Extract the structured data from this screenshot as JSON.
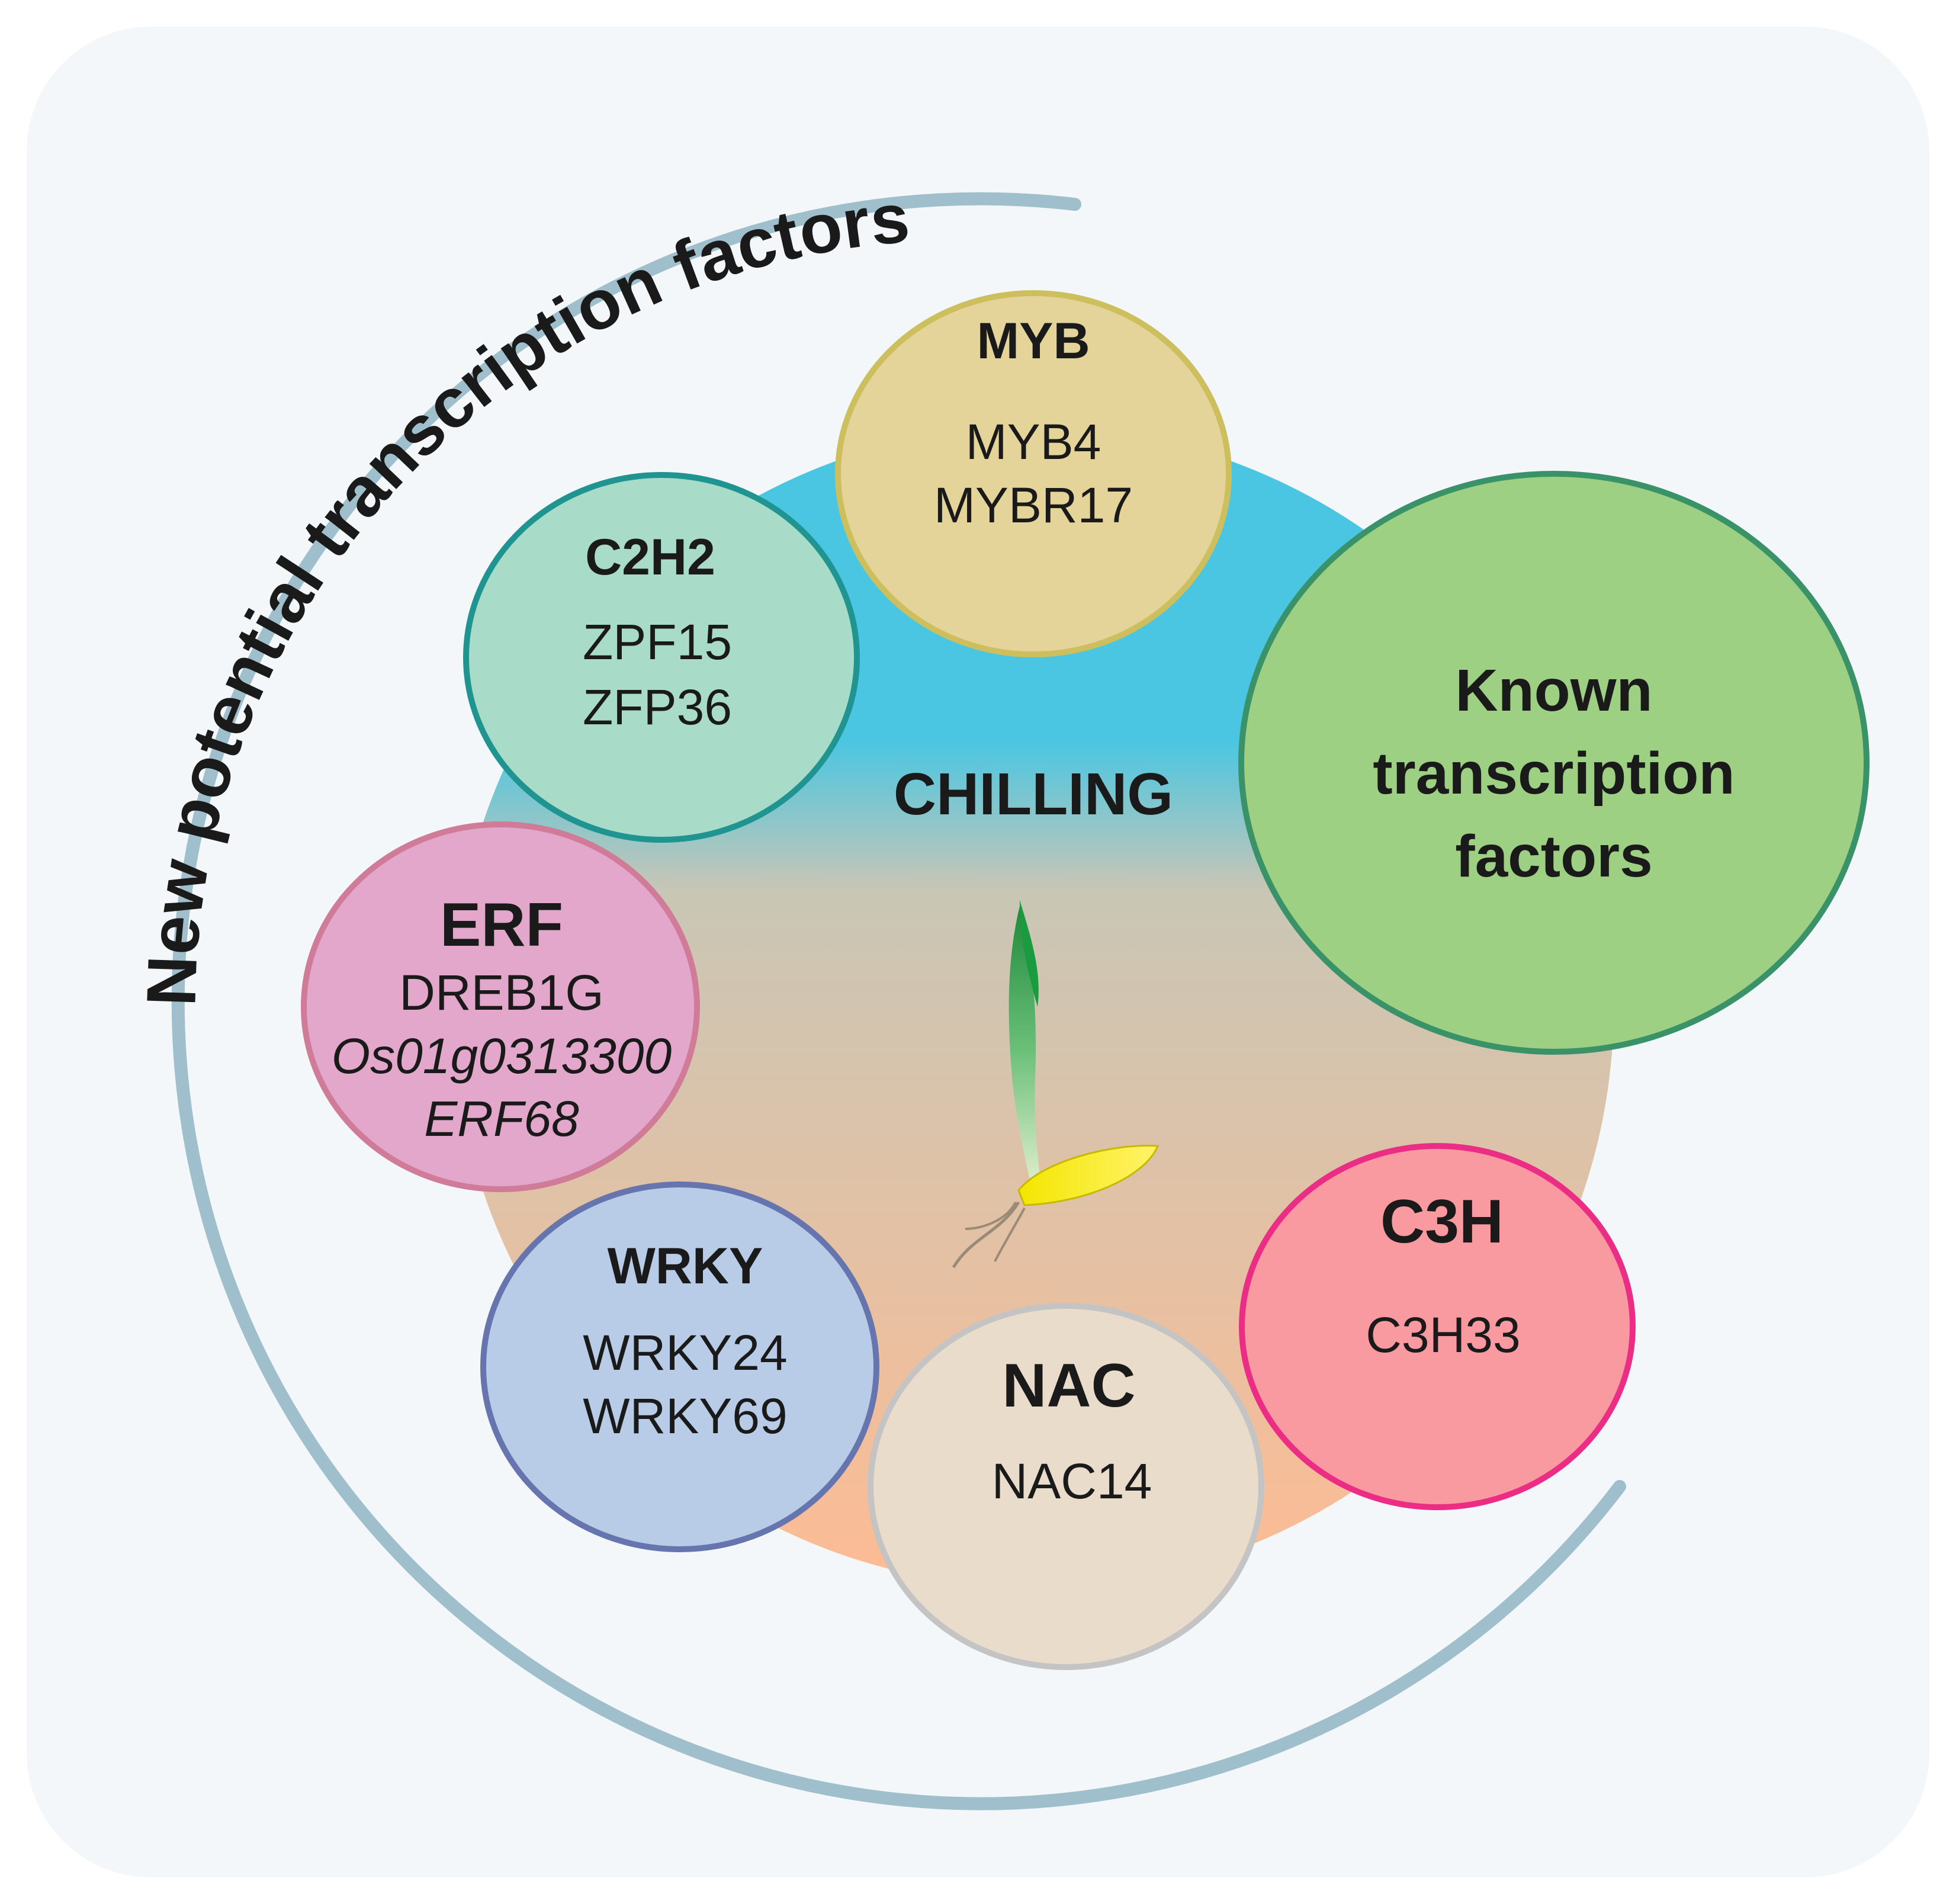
{
  "arc_label": "New potential transcription factors",
  "center_label": "CHILLING",
  "known": {
    "lines": [
      "Known",
      "transcription",
      "factors"
    ],
    "fill": "#9ed083",
    "stroke": "#3a9368"
  },
  "families": [
    {
      "key": "myb",
      "title": "MYB",
      "genes": [
        "MYB4",
        "MYBR17"
      ],
      "italic": [
        false,
        false
      ],
      "fill": "#e5d49a",
      "stroke": "#cdbf5d"
    },
    {
      "key": "c2h2",
      "title": "C2H2",
      "genes": [
        "ZPF15",
        "ZFP36"
      ],
      "italic": [
        false,
        false
      ],
      "fill": "#a8dcc9",
      "stroke": "#1f9490"
    },
    {
      "key": "erf",
      "title": "ERF",
      "genes": [
        "DREB1G",
        "Os01g0313300",
        "ERF68"
      ],
      "italic": [
        false,
        true,
        true
      ],
      "fill": "#e3a7cb",
      "stroke": "#d07b98"
    },
    {
      "key": "wrky",
      "title": "WRKY",
      "genes": [
        "WRKY24",
        "WRKY69"
      ],
      "italic": [
        false,
        false
      ],
      "fill": "#b8cbe7",
      "stroke": "#6675ad"
    },
    {
      "key": "nac",
      "title": "NAC",
      "genes": [
        "NAC14"
      ],
      "italic": [
        false
      ],
      "fill": "#e9dccb",
      "stroke": "#c4c4c4"
    },
    {
      "key": "c3h",
      "title": "C3H",
      "genes": [
        "C3H33"
      ],
      "italic": [
        false
      ],
      "fill": "#f99aa1",
      "stroke": "#ec2d85"
    }
  ],
  "colors": {
    "page_bg": "#ffffff",
    "panel_bg": "#f3f7f9",
    "arc": "#9ebfcb",
    "gradient_top": "#4ac6e2",
    "gradient_mid": "#c9c6b5",
    "gradient_bottom": "#fdbc94",
    "text": "#1a1a1a"
  }
}
